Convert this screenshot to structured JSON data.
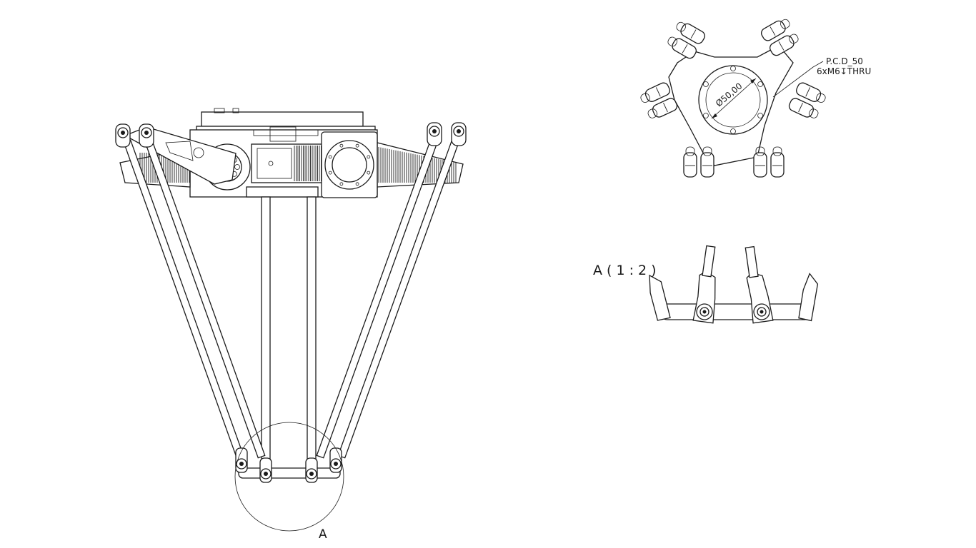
{
  "views": {
    "front": {
      "detail_marker": "A"
    },
    "top": {
      "diameter_label": "Ø50,00",
      "pcd_label": "P.C.D_50",
      "hole_label": "6xM6↧THRU"
    },
    "detail": {
      "title": "A ( 1 : 2 )"
    }
  }
}
